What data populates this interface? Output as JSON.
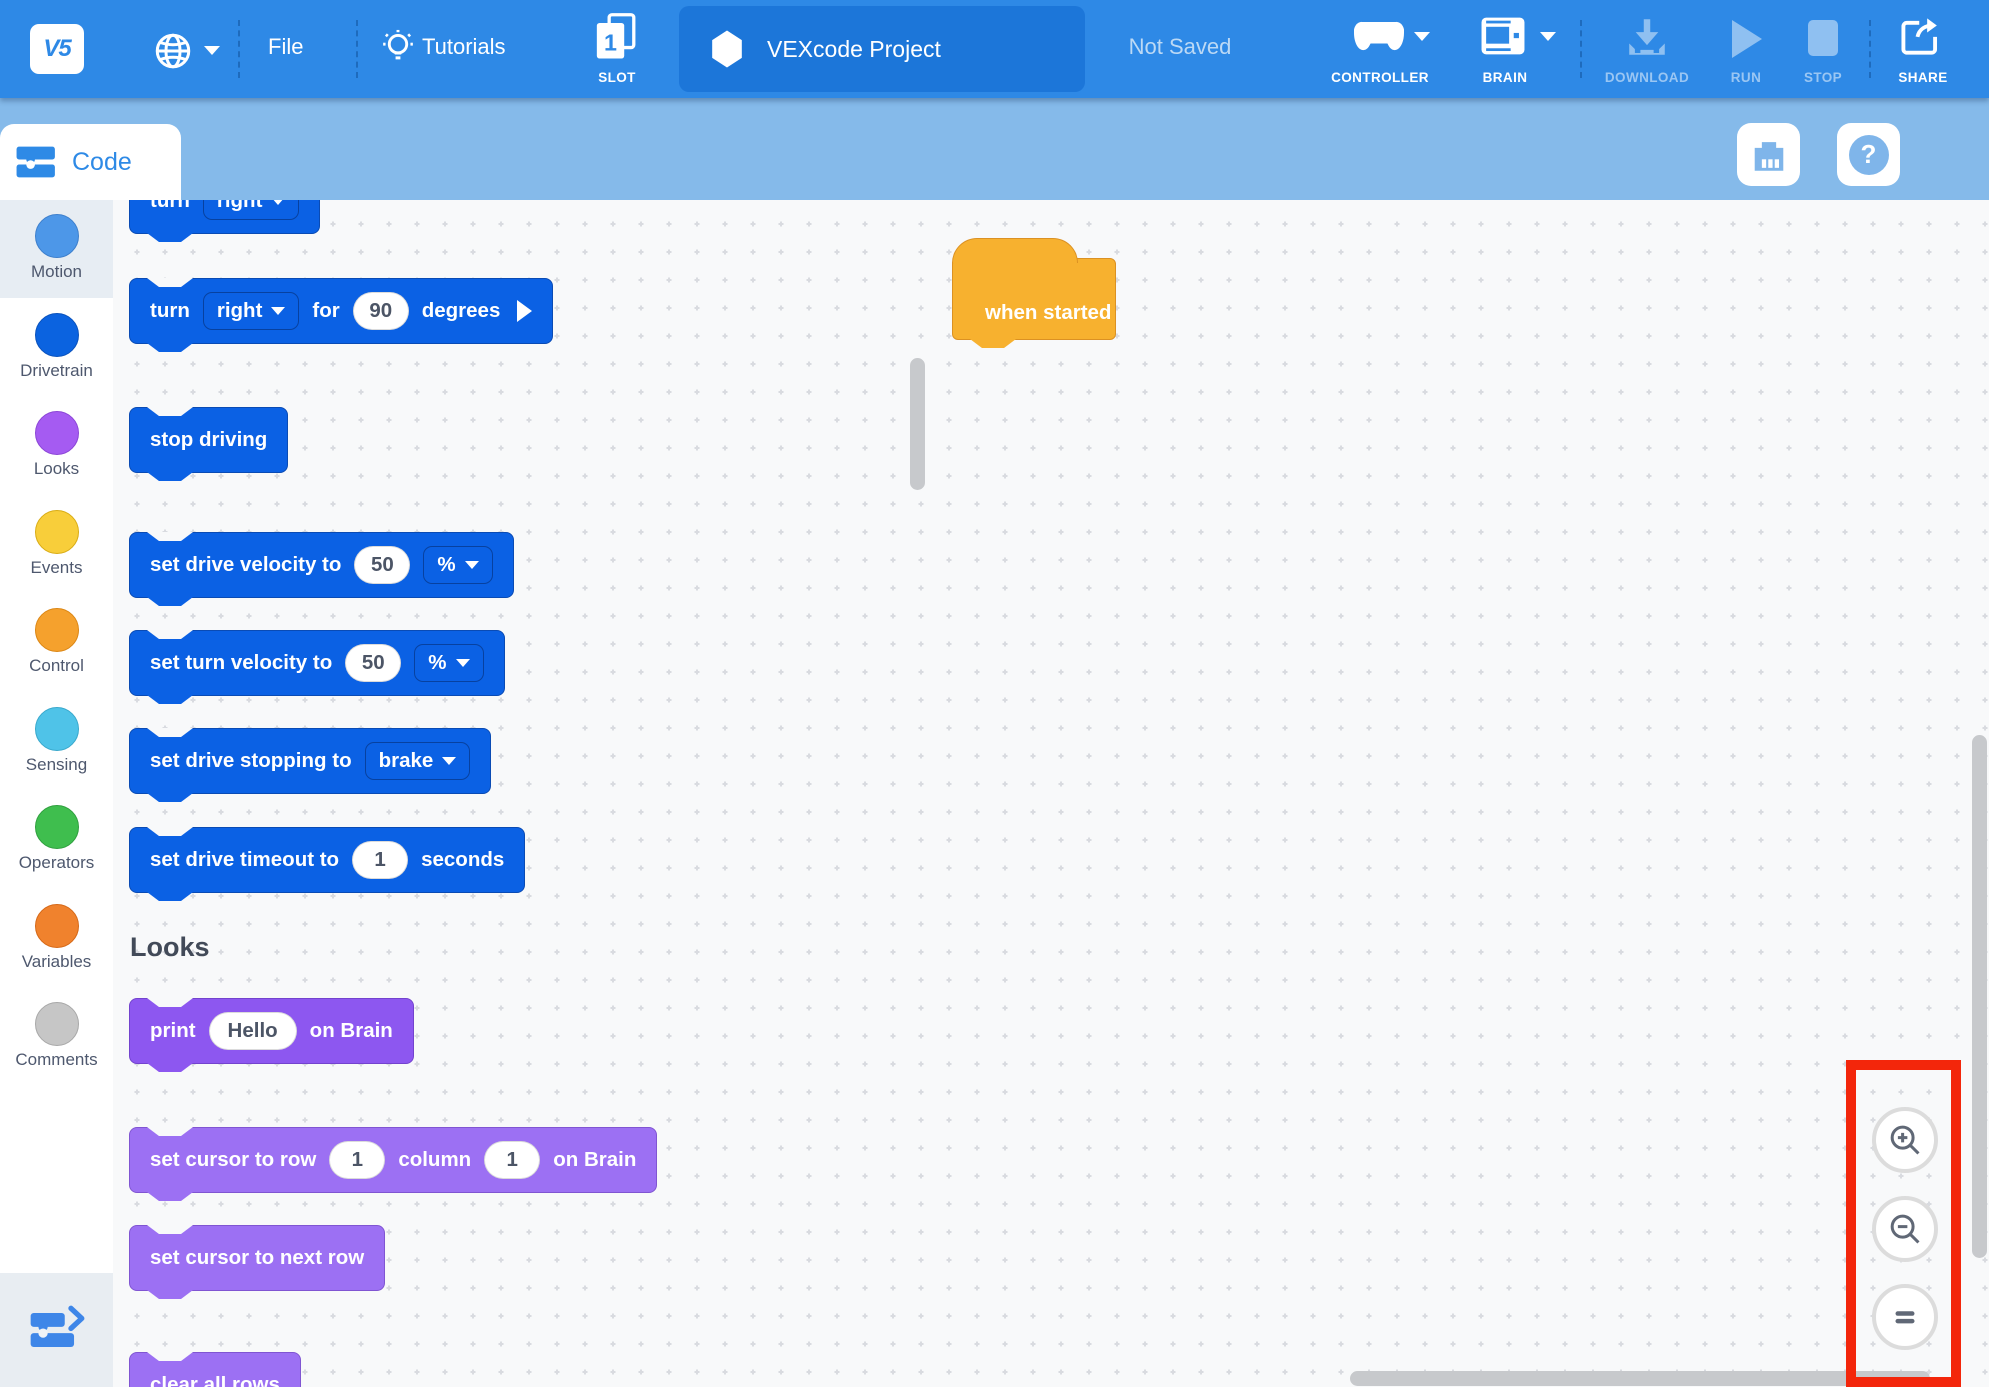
{
  "toolbar": {
    "logo_text": "V5",
    "file_label": "File",
    "tutorials_label": "Tutorials",
    "slot_label": "SLOT",
    "slot_number": "1",
    "project_name": "VEXcode Project",
    "save_status": "Not Saved",
    "controller_label": "CONTROLLER",
    "brain_label": "BRAIN",
    "download_label": "DOWNLOAD",
    "run_label": "RUN",
    "stop_label": "STOP",
    "share_label": "SHARE"
  },
  "tab_bar": {
    "code_label": "Code",
    "help_glyph": "?"
  },
  "sidebar": {
    "items": [
      {
        "label": "Motion",
        "color": "#4D97E8",
        "border": "#3D7FCC",
        "selected": true
      },
      {
        "label": "Drivetrain",
        "color": "#0B63E0",
        "border": "#0A52BC",
        "selected": false
      },
      {
        "label": "Looks",
        "color": "#A55BF2",
        "border": "#8B45D6",
        "selected": false
      },
      {
        "label": "Events",
        "color": "#F8CE3A",
        "border": "#D9AC14",
        "selected": false
      },
      {
        "label": "Control",
        "color": "#F5A12D",
        "border": "#DB8614",
        "selected": false
      },
      {
        "label": "Sensing",
        "color": "#4FC3E8",
        "border": "#38A8CC",
        "selected": false
      },
      {
        "label": "Operators",
        "color": "#3FBE4E",
        "border": "#2F9F3E",
        "selected": false
      },
      {
        "label": "Variables",
        "color": "#F0822D",
        "border": "#D56817",
        "selected": false
      },
      {
        "label": "Comments",
        "color": "#C6C6C6",
        "border": "#A8A8A8",
        "selected": false
      }
    ]
  },
  "palette": {
    "section_header": "Looks",
    "blocks": [
      {
        "name": "turn-block",
        "color": "#0B61E4",
        "border": "#0A4BB4",
        "parts": [
          {
            "t": "text",
            "v": "turn"
          },
          {
            "t": "dropdown",
            "v": "right"
          }
        ]
      },
      {
        "name": "turn-for-block",
        "color": "#0B61E4",
        "border": "#0A4BB4",
        "parts": [
          {
            "t": "text",
            "v": "turn"
          },
          {
            "t": "dropdown",
            "v": "right"
          },
          {
            "t": "text",
            "v": "for"
          },
          {
            "t": "oval",
            "v": "90"
          },
          {
            "t": "text",
            "v": "degrees"
          },
          {
            "t": "expand"
          }
        ]
      },
      {
        "name": "stop-driving-block",
        "color": "#0B61E4",
        "border": "#0A4BB4",
        "parts": [
          {
            "t": "text",
            "v": "stop driving"
          }
        ]
      },
      {
        "name": "set-drive-velocity-block",
        "color": "#0B61E4",
        "border": "#0A4BB4",
        "parts": [
          {
            "t": "text",
            "v": "set drive velocity to"
          },
          {
            "t": "oval",
            "v": "50"
          },
          {
            "t": "dropdown",
            "v": "%"
          }
        ]
      },
      {
        "name": "set-turn-velocity-block",
        "color": "#0B61E4",
        "border": "#0A4BB4",
        "parts": [
          {
            "t": "text",
            "v": "set turn velocity to"
          },
          {
            "t": "oval",
            "v": "50"
          },
          {
            "t": "dropdown",
            "v": "%"
          }
        ]
      },
      {
        "name": "set-drive-stopping-block",
        "color": "#0B61E4",
        "border": "#0A4BB4",
        "parts": [
          {
            "t": "text",
            "v": "set drive stopping to"
          },
          {
            "t": "dropdown",
            "v": "brake"
          }
        ]
      },
      {
        "name": "set-drive-timeout-block",
        "color": "#0B61E4",
        "border": "#0A4BB4",
        "parts": [
          {
            "t": "text",
            "v": "set drive timeout to"
          },
          {
            "t": "oval",
            "v": "1"
          },
          {
            "t": "text",
            "v": "seconds"
          }
        ]
      },
      {
        "name": "print-block",
        "color": "#8D57F0",
        "border": "#7343CE",
        "parts": [
          {
            "t": "text",
            "v": "print"
          },
          {
            "t": "pill",
            "v": "Hello"
          },
          {
            "t": "text",
            "v": "on Brain"
          }
        ]
      },
      {
        "name": "set-cursor-row-block",
        "color": "#9C70F3",
        "border": "#8055D2",
        "parts": [
          {
            "t": "text",
            "v": "set cursor to row"
          },
          {
            "t": "oval",
            "v": "1"
          },
          {
            "t": "text",
            "v": "column"
          },
          {
            "t": "oval",
            "v": "1"
          },
          {
            "t": "text",
            "v": "on Brain"
          }
        ]
      },
      {
        "name": "set-cursor-next-row-block",
        "color": "#9C70F3",
        "border": "#8055D2",
        "parts": [
          {
            "t": "text",
            "v": "set cursor to next row"
          }
        ]
      },
      {
        "name": "clear-all-rows-block",
        "color": "#9C70F3",
        "border": "#8055D2",
        "parts": [
          {
            "t": "text",
            "v": "clear all rows"
          }
        ]
      }
    ]
  },
  "canvas": {
    "when_started_label": "when started",
    "hat_color": "#F7B12F",
    "hat_border": "#DB9123"
  },
  "annotation": {
    "highlight_color": "#F3260B"
  },
  "icons": {
    "language": "globe-icon",
    "tutorials": "lightbulb-icon",
    "slot": "slot-pages-icon",
    "project": "hexagon-icon",
    "controller": "gamepad-icon",
    "brain": "brain-device-icon",
    "download": "download-icon",
    "run": "play-icon",
    "stop": "stop-icon",
    "share": "share-icon",
    "code_tab": "blocks-icon",
    "device_info": "brain-ports-icon",
    "help": "question-icon",
    "zoom_in": "magnifier-plus-icon",
    "zoom_out": "magnifier-minus-icon",
    "zoom_reset": "reset-bars-icon",
    "palette_toggle": "collapse-blocks-icon"
  }
}
